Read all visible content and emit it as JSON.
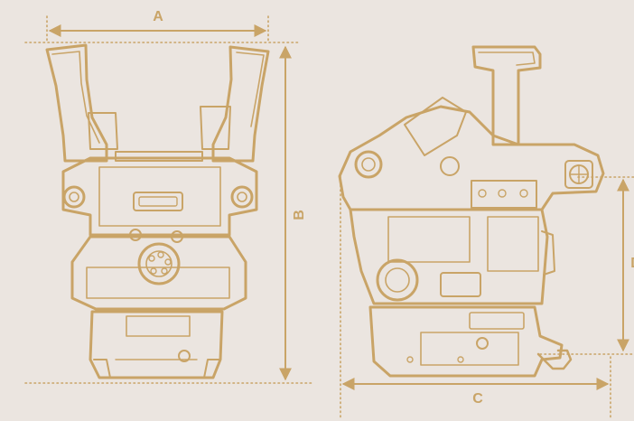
{
  "colors": {
    "background": "#ebe5e0",
    "linework": "#c9a467",
    "linework_dark": "#b48c4e"
  },
  "dimensions": {
    "a": "A",
    "b": "B",
    "c": "C",
    "d": "D"
  },
  "views": {
    "front": "front-view-drawing",
    "side": "side-view-drawing"
  }
}
